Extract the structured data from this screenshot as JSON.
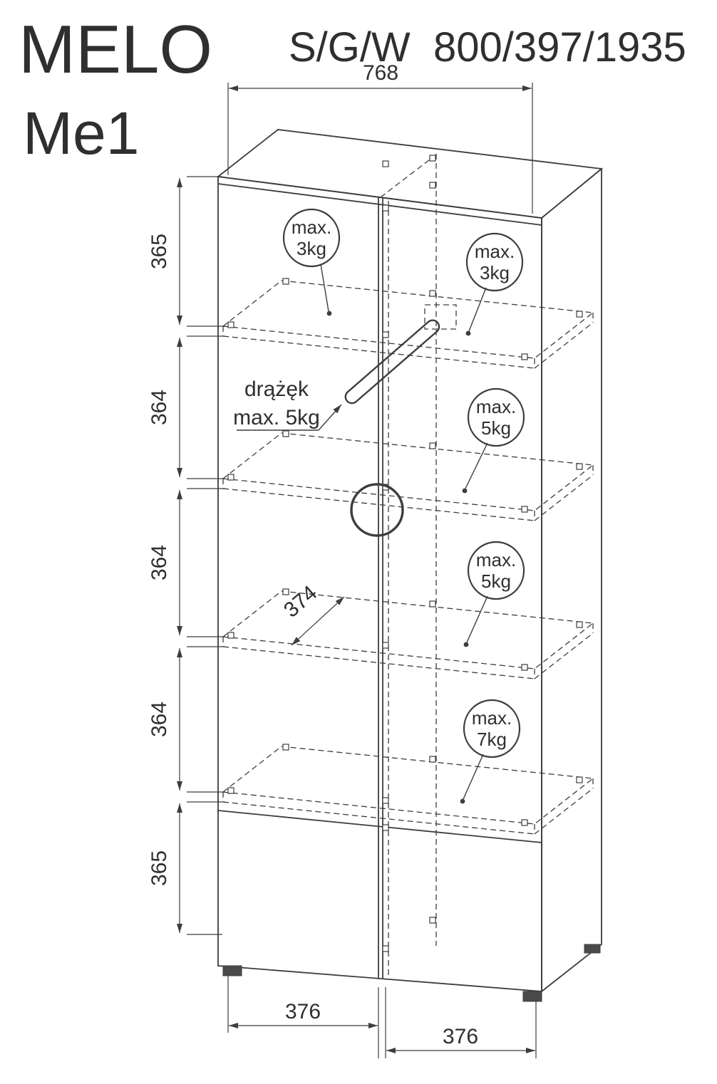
{
  "header": {
    "series": "MELO",
    "model": "Me1",
    "spec_code": "S/G/W",
    "spec_dims": "800/397/1935"
  },
  "dimensions": {
    "top_width": "768",
    "left_heights": [
      "365",
      "364",
      "364",
      "364",
      "365"
    ],
    "shelf_depth": "374",
    "bottom_left_width": "376",
    "bottom_right_width": "376"
  },
  "labels": {
    "rod_line1": "drążęk",
    "rod_line2": "max. 5kg",
    "weights": [
      {
        "line1": "max.",
        "line2": "3kg"
      },
      {
        "line1": "max.",
        "line2": "3kg"
      },
      {
        "line1": "max.",
        "line2": "5kg"
      },
      {
        "line1": "max.",
        "line2": "5kg"
      },
      {
        "line1": "max.",
        "line2": "7kg"
      }
    ]
  },
  "colors": {
    "line": "#3d3d3d",
    "text": "#2f2f2f",
    "background": "#ffffff"
  }
}
